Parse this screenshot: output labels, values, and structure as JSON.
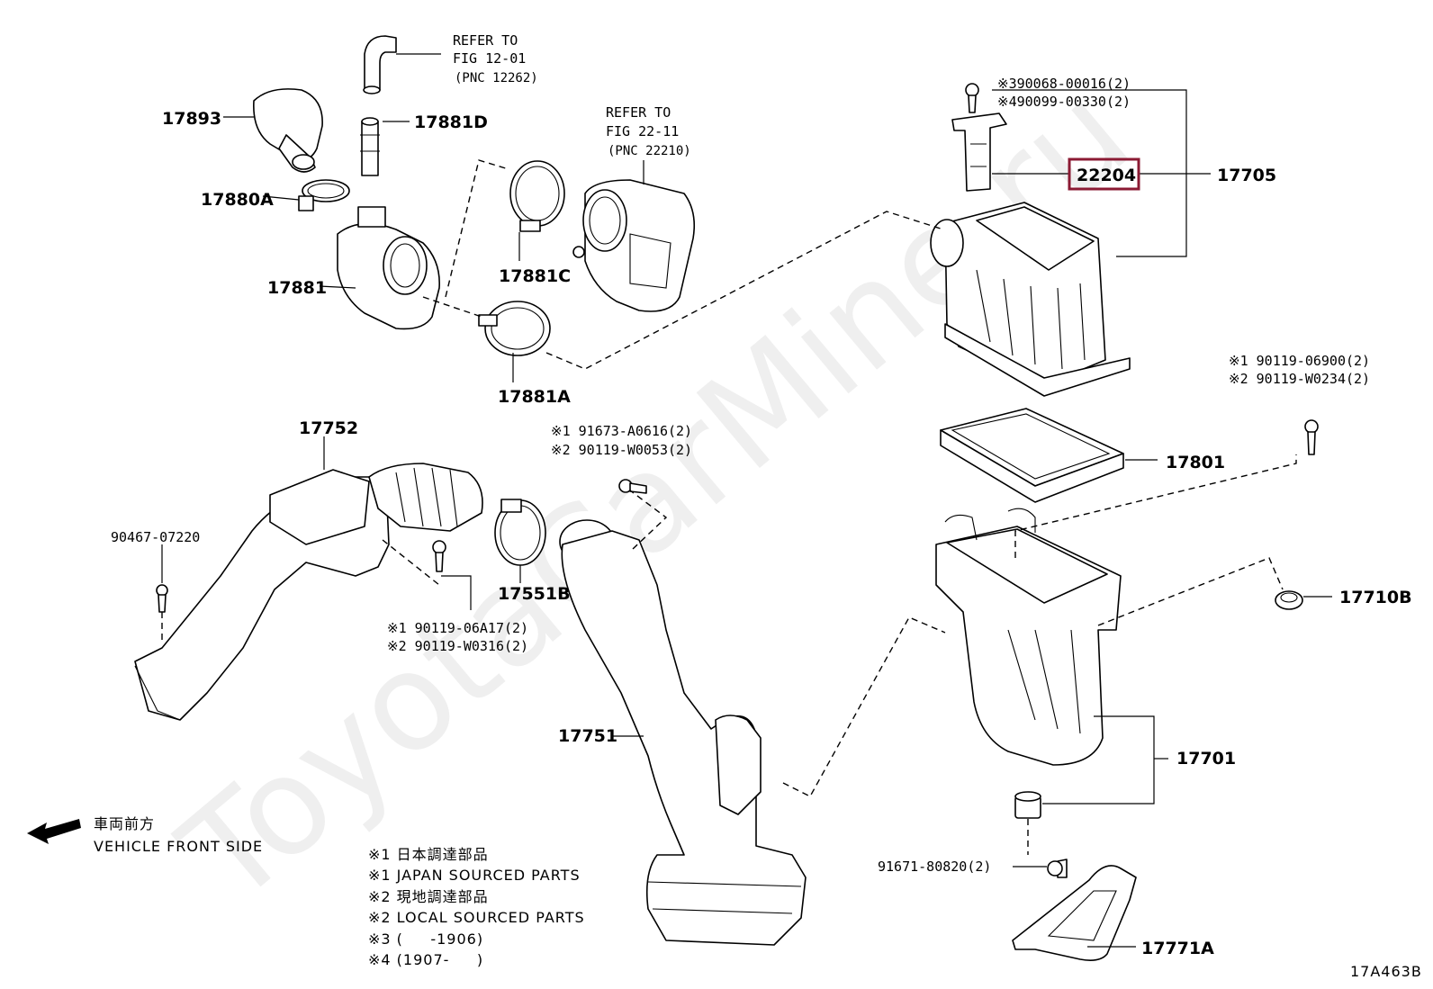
{
  "watermark": "ToyotaCarMine.ru",
  "figure_code": "17A463B",
  "highlight_color": "#8b1a33",
  "references": [
    {
      "line1": "REFER TO",
      "line2": "FIG 12-01",
      "line3": "(PNC 12262)"
    },
    {
      "line1": "REFER TO",
      "line2": "FIG 22-11",
      "line3": "(PNC 22210)"
    }
  ],
  "labels": {
    "p17893": "17893",
    "p17881D": "17881D",
    "p17880A": "17880A",
    "p17881": "17881",
    "p17881C": "17881C",
    "p17881A": "17881A",
    "p22204": "22204",
    "p17705": "17705",
    "p17801": "17801",
    "p17752": "17752",
    "p90467": "90467-07220",
    "p17551B": "17551B",
    "p17751": "17751",
    "p17701": "17701",
    "p17710B": "17710B",
    "p91671": "91671-80820(2)",
    "p17771A": "17771A"
  },
  "notes": {
    "n22204_a": "※390068-00016(2)",
    "n22204_b": "※490099-00330(2)",
    "n17701_a": "※1  90119-06900(2)",
    "n17701_b": "※2  90119-W0234(2)",
    "n17751_a": "※1  91673-A0616(2)",
    "n17751_b": "※2  90119-W0053(2)",
    "n17752_a": "※1  90119-06A17(2)",
    "n17752_b": "※2  90119-W0316(2)"
  },
  "direction": {
    "jp": "車両前方",
    "en": "VEHICLE FRONT SIDE"
  },
  "legend": [
    "※1 日本調達部品",
    "※1 JAPAN SOURCED PARTS",
    "※2 現地調達部品",
    "※2 LOCAL SOURCED PARTS",
    "※3 (     -1906)",
    "※4 (1907-     )"
  ]
}
